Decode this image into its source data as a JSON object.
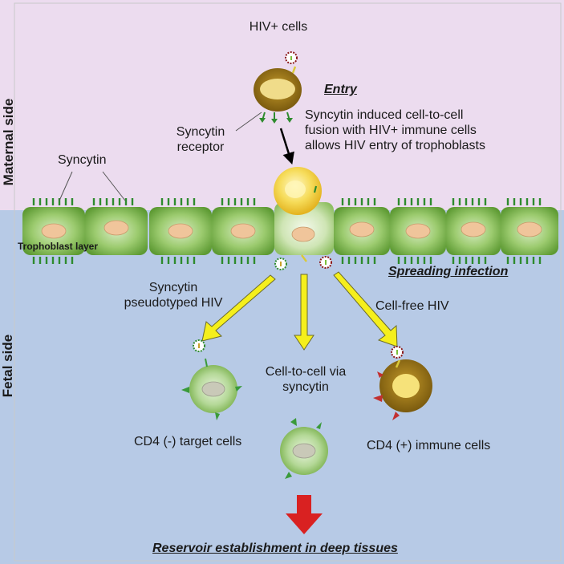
{
  "labels": {
    "maternal_side": "Maternal side",
    "fetal_side": "Fetal side",
    "hiv_pos_cells": "HIV+ cells",
    "entry": "Entry",
    "entry_desc": [
      "Syncytin induced cell-to-cell",
      "fusion with HIV+ immune cells",
      "allows HIV entry of trophoblasts"
    ],
    "syncytin_receptor": [
      "Syncytin",
      "receptor"
    ],
    "syncytin": "Syncytin",
    "trophoblast_layer": "Trophoblast layer",
    "spreading_infection": "Spreading infection",
    "syncytin_pseudotyped": [
      "Syncytin",
      "pseudotyped HIV"
    ],
    "cell_free_hiv": "Cell-free HIV",
    "cell_to_cell": [
      "Cell-to-cell via",
      "syncytin"
    ],
    "cd4_neg": "CD4 (-) target cells",
    "cd4_pos": "CD4 (+) immune cells",
    "reservoir": "Reservoir establishment in deep tissues"
  },
  "colors": {
    "maternal_bg": "#ecdcef",
    "fetal_bg": "#b7cae6",
    "trophoblast_green": "#79b84a",
    "nucleus": "#f0c59b",
    "immune_cell": "#a07c1c",
    "fused_cell": "#f0cf3a",
    "yellow_arrow": "#f5ef1c",
    "red_arrow": "#d92121"
  }
}
